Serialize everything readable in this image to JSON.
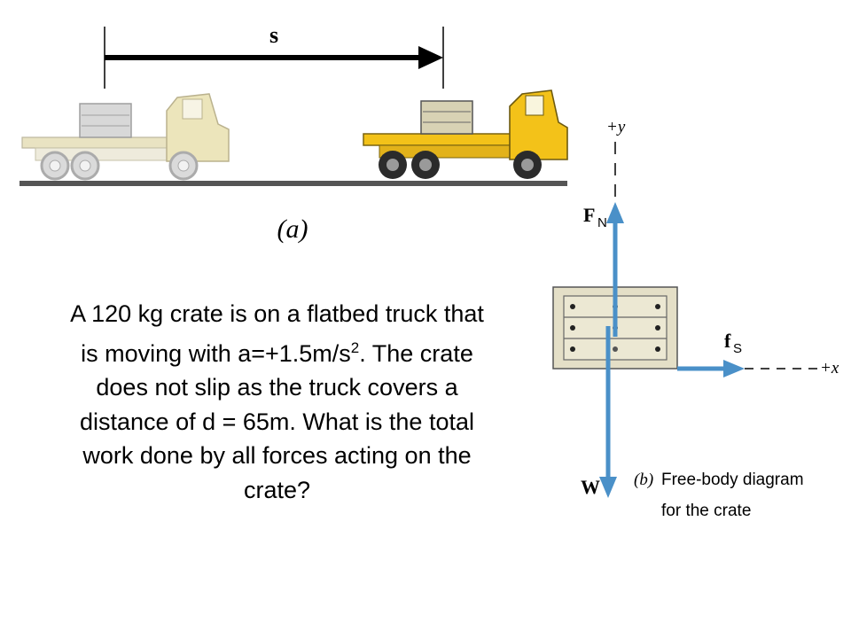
{
  "panel_a": {
    "displacement_label": "s",
    "caption": "(a)"
  },
  "problem": {
    "line1": "A 120 kg crate is on a flatbed truck that",
    "line2_pre": "is moving with a=+1.5m/s",
    "line2_sup": "2",
    "line2_post": ".  The crate",
    "line3": "does not slip as the truck covers a",
    "line4": "distance of d = 65m.  What is the total",
    "line5": "work done by all forces acting on the",
    "line6": "crate?"
  },
  "panel_b": {
    "axis_y_label": "+y",
    "axis_x_label": "+x",
    "normal_force_main": "F",
    "normal_force_sub": "N",
    "friction_main": "f",
    "friction_sub": "S",
    "weight_label": "W",
    "caption_letter": "(b)",
    "caption_line1": "Free-body diagram",
    "caption_line2": "for the crate"
  },
  "colors": {
    "arrow_blue": "#4a90c8",
    "truck_yellow": "#f3c219",
    "truck_faded": "#e6e0bb",
    "crate_tan": "#e4dfc7",
    "ground": "#555555"
  }
}
